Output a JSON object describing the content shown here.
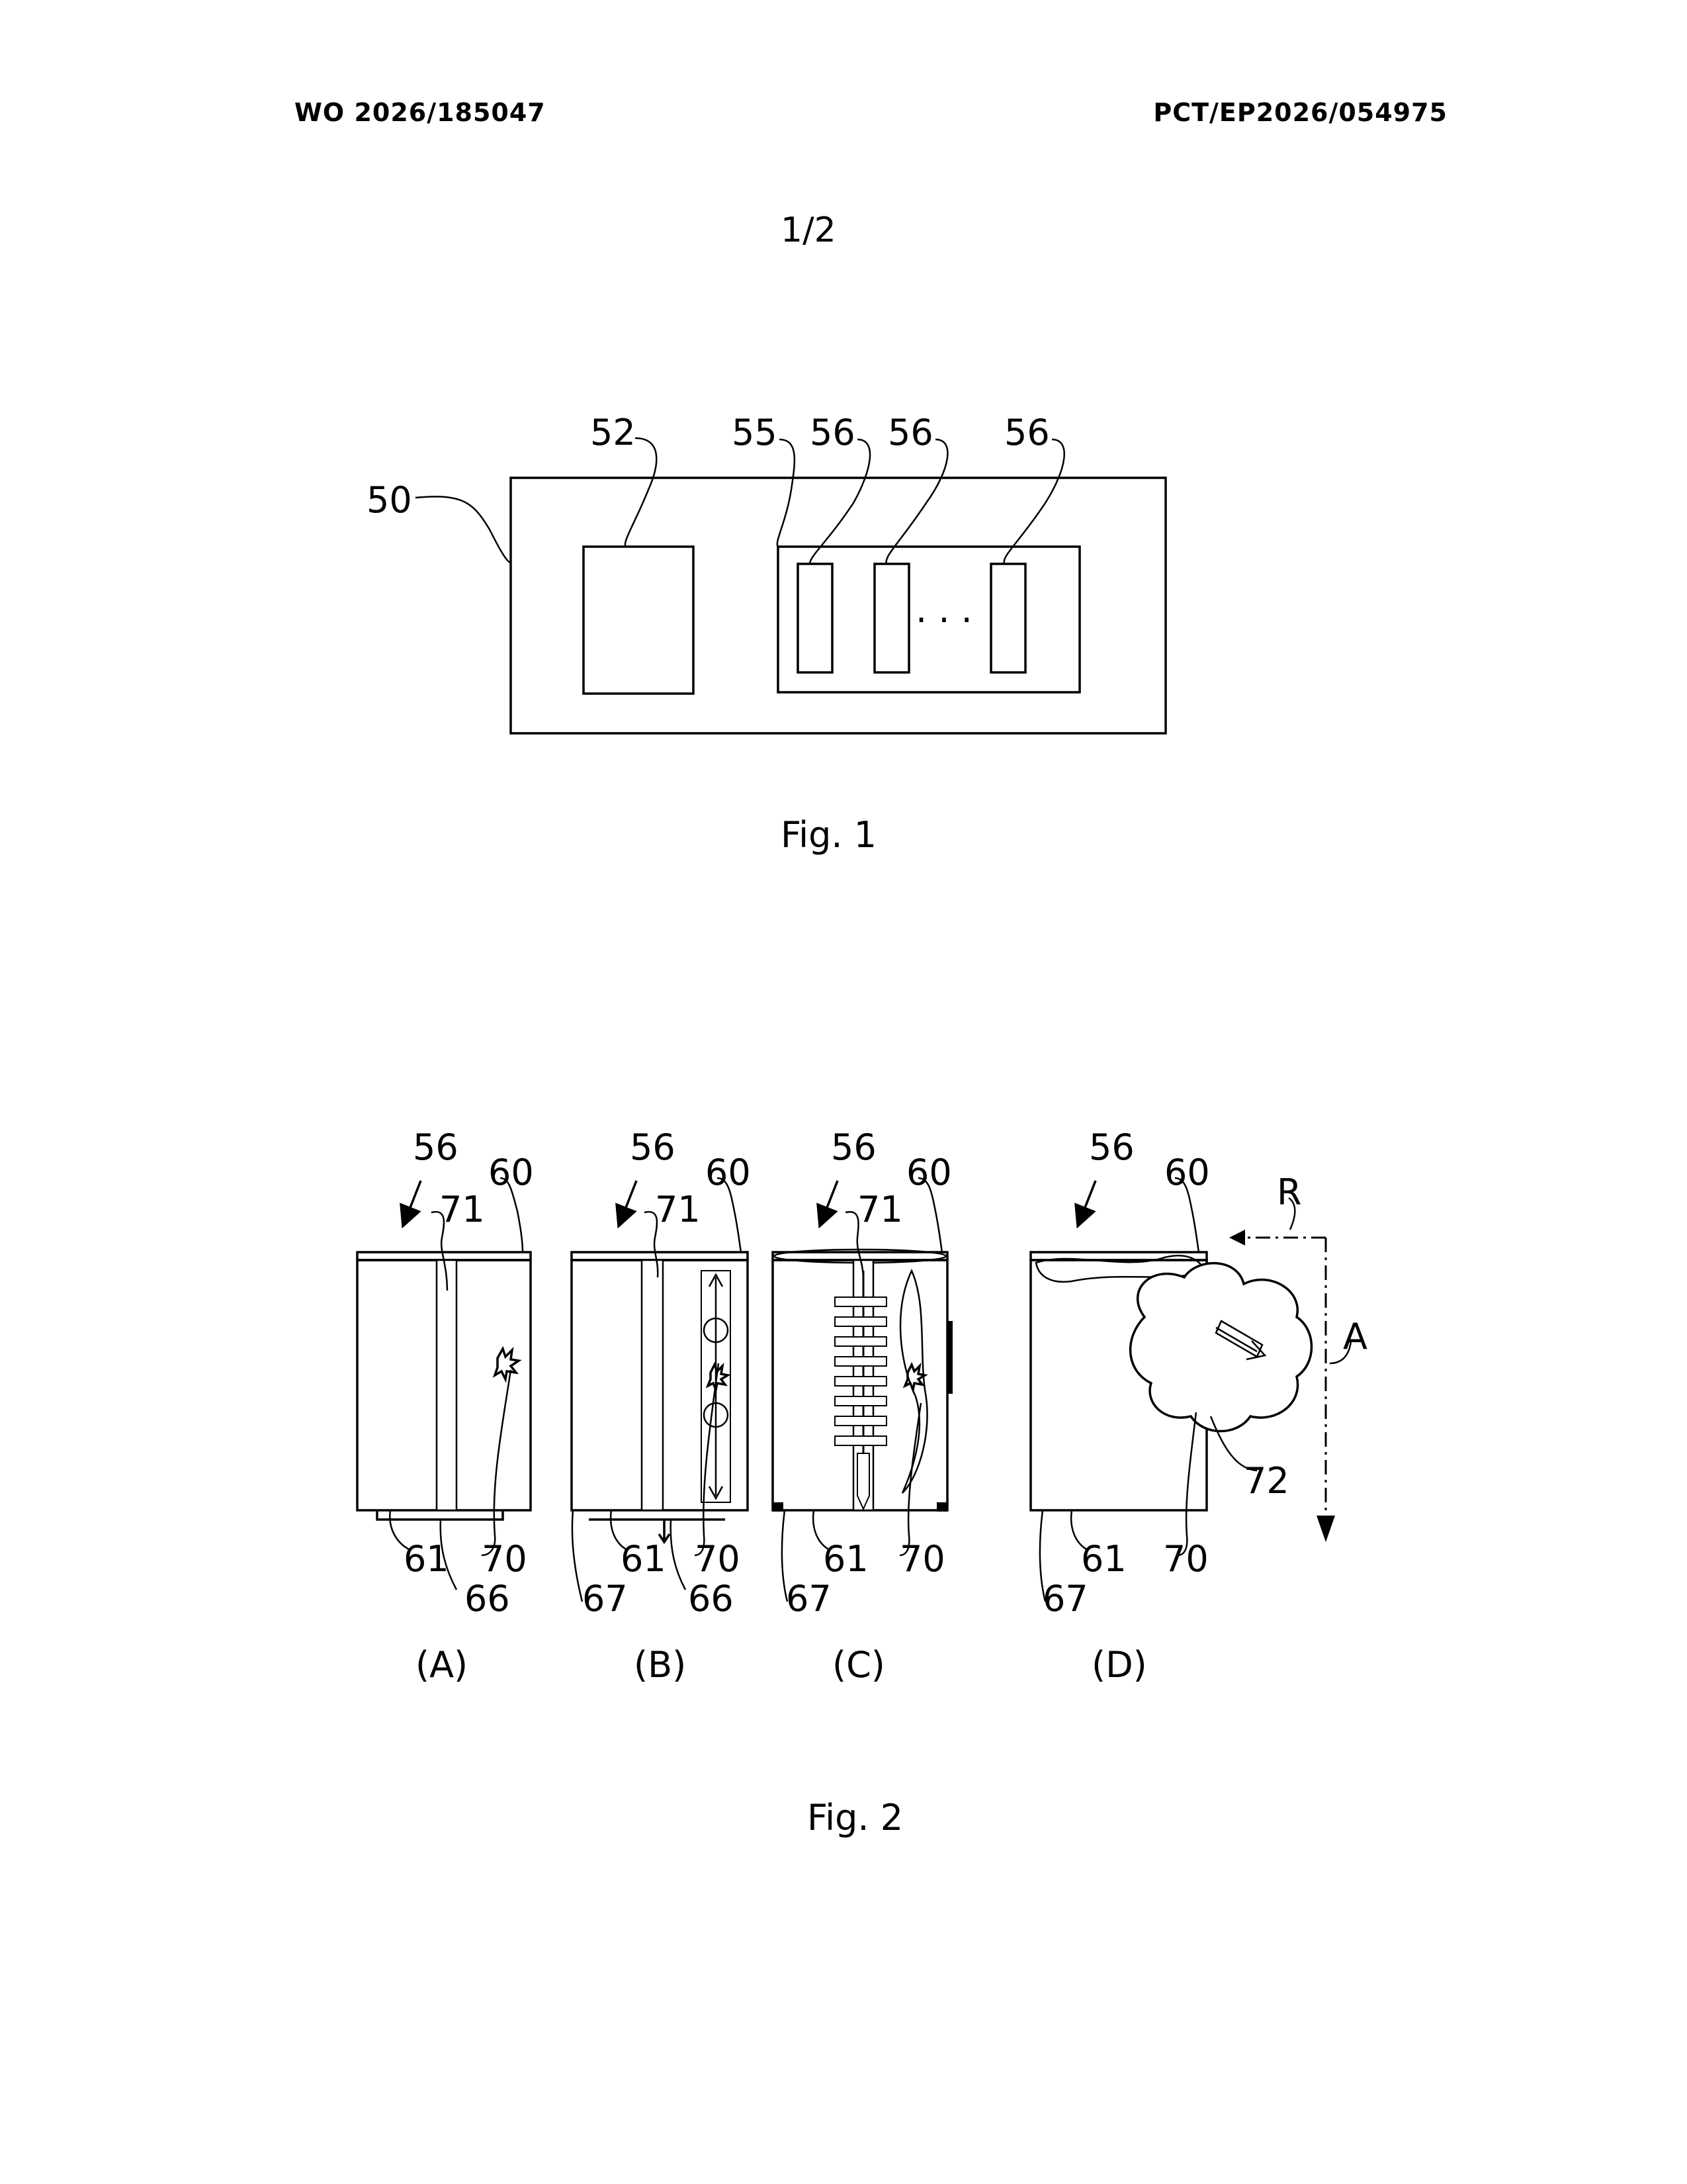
{
  "header": {
    "publication_number": "WO 2026/185047",
    "application_number": "PCT/EP2026/054975"
  },
  "page_number": "1/2",
  "fig1": {
    "caption": "Fig. 1",
    "labels": {
      "l50": "50",
      "l52": "52",
      "l55": "55",
      "l56a": "56",
      "l56b": "56",
      "l56c": "56"
    },
    "ellipsis": ". . ."
  },
  "fig2": {
    "caption": "Fig. 2",
    "panels": [
      {
        "caption": "(A)",
        "l56": "56",
        "l60": "60",
        "l71": "71",
        "l61": "61",
        "l66": "66",
        "l70": "70"
      },
      {
        "caption": "(B)",
        "l56": "56",
        "l60": "60",
        "l71": "71",
        "l61": "61",
        "l66": "66",
        "l67": "67",
        "l70": "70"
      },
      {
        "caption": "(C)",
        "l56": "56",
        "l60": "60",
        "l71": "71",
        "l61": "61",
        "l67": "67",
        "l70": "70"
      },
      {
        "caption": "(D)",
        "l56": "56",
        "l60": "60",
        "l61": "61",
        "l67": "67",
        "l70": "70",
        "l72": "72",
        "lR": "R",
        "lA": "A"
      }
    ]
  }
}
